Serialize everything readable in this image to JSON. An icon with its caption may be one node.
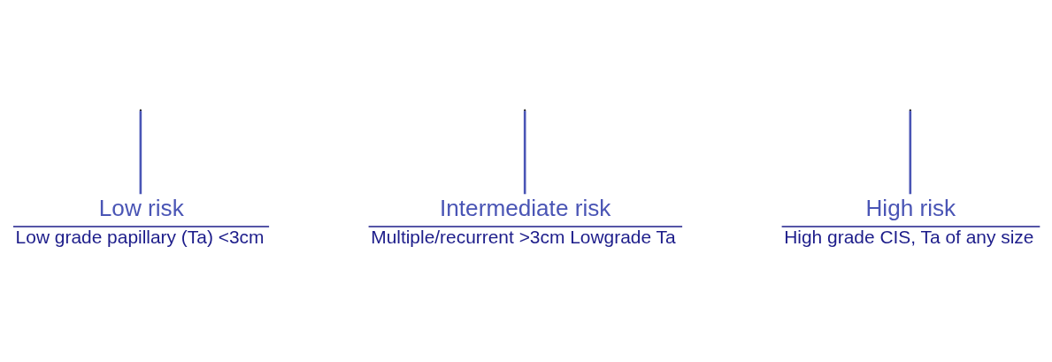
{
  "diagram": {
    "nodes": [
      {
        "text": [
          "Low risk",
          "Low grade papillary (Ta) <3cm"
        ]
      },
      {
        "text": [
          "Intermediate risk",
          "Multiple/recurrent >3cm Lowgrade Ta"
        ]
      },
      {
        "text": [
          "High risk",
          "High grade CIS, Ta of any size"
        ]
      }
    ],
    "edges": [
      {
        "from": null,
        "to": 0,
        "arrow": "none"
      },
      {
        "from": null,
        "to": 1,
        "arrow": "none"
      },
      {
        "from": null,
        "to": 2,
        "arrow": "none"
      }
    ]
  }
}
